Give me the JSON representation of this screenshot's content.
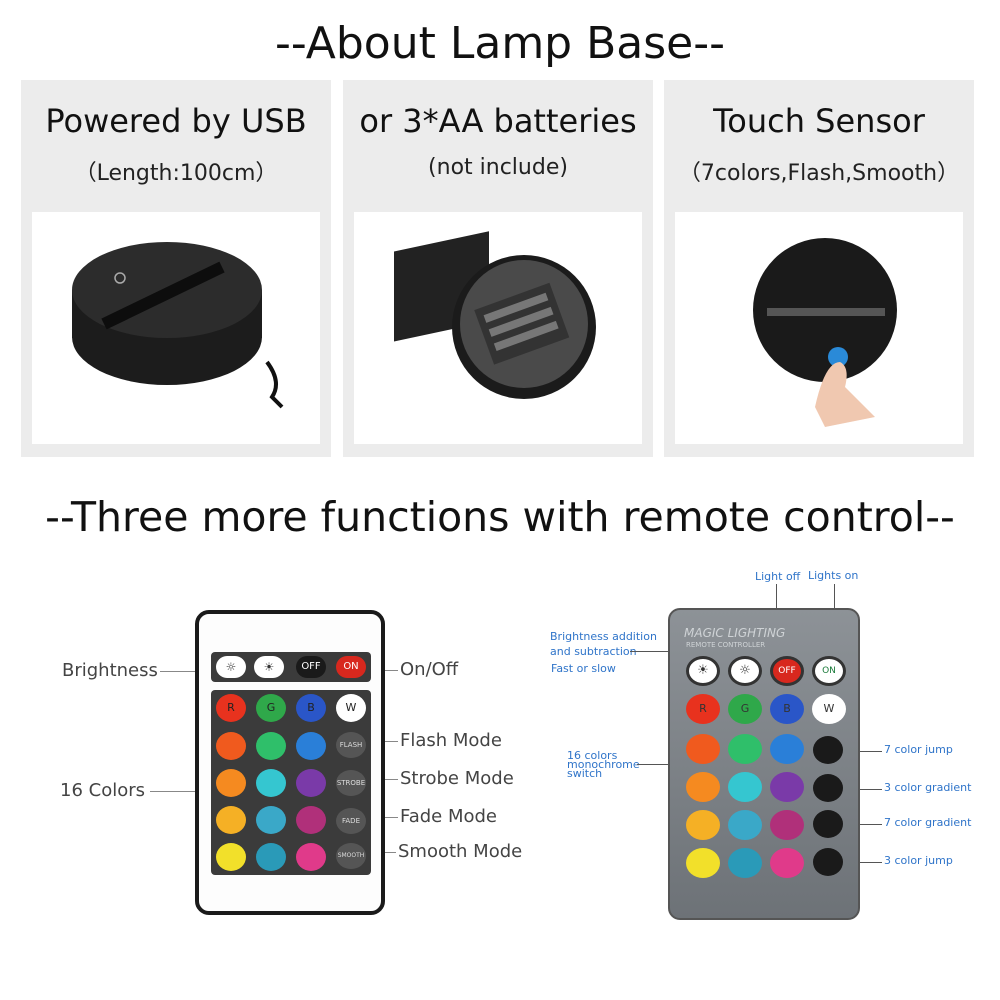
{
  "titles": {
    "top": "--About Lamp Base--",
    "bottom": "--Three more functions with remote control--"
  },
  "panels": [
    {
      "title": "Powered by USB",
      "subtitle": "（Length:100cm）"
    },
    {
      "title": "or 3*AA batteries",
      "subtitle": "(not include)"
    },
    {
      "title": "Touch Sensor",
      "subtitle": "（7colors,Flash,Smooth）"
    }
  ],
  "remote1": {
    "labels": {
      "brightness": "Brightness",
      "colors": "16 Colors",
      "onoff": "On/Off",
      "flash": "Flash Mode",
      "strobe": "Strobe Mode",
      "fade": "Fade Mode",
      "smooth": "Smooth Mode"
    },
    "buttons": {
      "off": "OFF",
      "on": "ON",
      "r": "R",
      "g": "G",
      "b": "B",
      "w": "W",
      "flash": "FLASH",
      "strobe": "STROBE",
      "fade": "FADE",
      "smooth": "SMOOTH"
    }
  },
  "remote2": {
    "brand": "MAGIC LIGHTING",
    "brand_sub": "REMOTE CONTROLLER",
    "labels": {
      "light_off": "Light off",
      "lights_on": "Lights on",
      "brightness_1": "Brightness addition",
      "brightness_2": "and subtraction",
      "fast_slow": "Fast or slow",
      "colors_1": "16 colors",
      "colors_2": "monochrome",
      "colors_3": "switch",
      "jump7": "7 color jump",
      "gradient3": "3 color gradient",
      "gradient7": "7 color gradient",
      "jump3": "3 color jump"
    },
    "buttons": {
      "off": "OFF",
      "on": "ON",
      "r": "R",
      "g": "G",
      "b": "B",
      "w": "W"
    }
  },
  "colors": {
    "grid": [
      [
        "#e8321e",
        "#2fa84a",
        "#2a56c8"
      ],
      [
        "#f05a1e",
        "#2fbf6a",
        "#2a7fd8"
      ],
      [
        "#f58a20",
        "#35c6d0",
        "#7a3aa8"
      ],
      [
        "#f5b025",
        "#3aa8c8",
        "#b0307a"
      ],
      [
        "#f2e02a",
        "#2a9ab8",
        "#e03a8a"
      ]
    ],
    "red": "#d8281e",
    "dark": "#3b3b3b"
  }
}
